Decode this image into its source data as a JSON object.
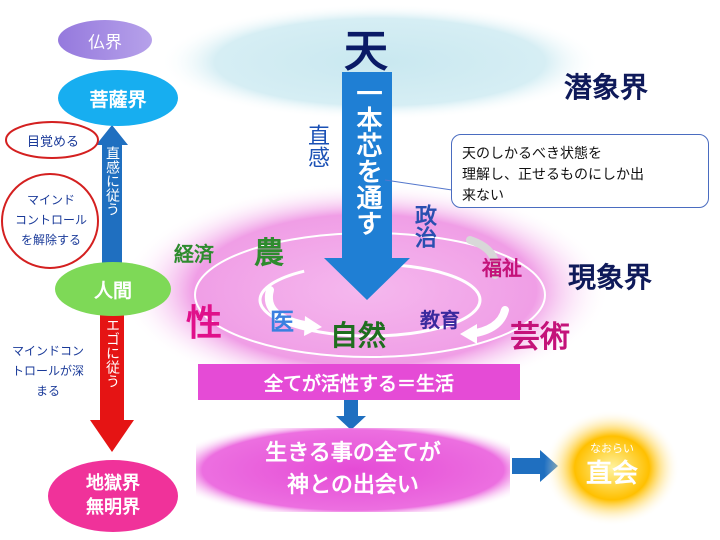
{
  "realms": {
    "buddha": "仏界",
    "bodhisattva": "菩薩界",
    "human": "人間",
    "hell": "地獄界\n無明界",
    "latent": "潜象界",
    "phenomenal": "現象界"
  },
  "notes": {
    "awaken": "目覚める",
    "release_mind_control": "マインド\nコントロール\nを解除する",
    "deepening_mind_control": "マインドコン\nトロールが深\nまる",
    "callout": "天のしかるべき状態を\n理解し、正せるものにしか出\n来ない"
  },
  "arrows": {
    "follow_intuition": "直感に従う",
    "follow_ego": "エゴに従う",
    "central": "一本芯を通す"
  },
  "center": {
    "heaven": "天",
    "intuition": "直感"
  },
  "fields": {
    "economy": "経済",
    "agriculture": "農",
    "politics": "政治",
    "welfare": "福祉",
    "sex": "性",
    "medicine": "医",
    "nature": "自然",
    "education": "教育",
    "art": "芸術"
  },
  "boxes": {
    "all_active": "全てが活性する＝生活",
    "meeting_god": "生きる事の全てが\n神との出会い"
  },
  "naorai": {
    "ruby": "なおらい",
    "label": "直会"
  },
  "colors": {
    "blue_arrow": "#1f6fc0",
    "red_arrow": "#e51414",
    "magenta_box": "#e64fd8",
    "pink_ellipse": "#f2a6e8",
    "cyan_sky": "#d2ecf3",
    "green_field": "#2e8b2e",
    "purple_field": "#3a2a9e",
    "orange_sun": "#ffc000"
  }
}
